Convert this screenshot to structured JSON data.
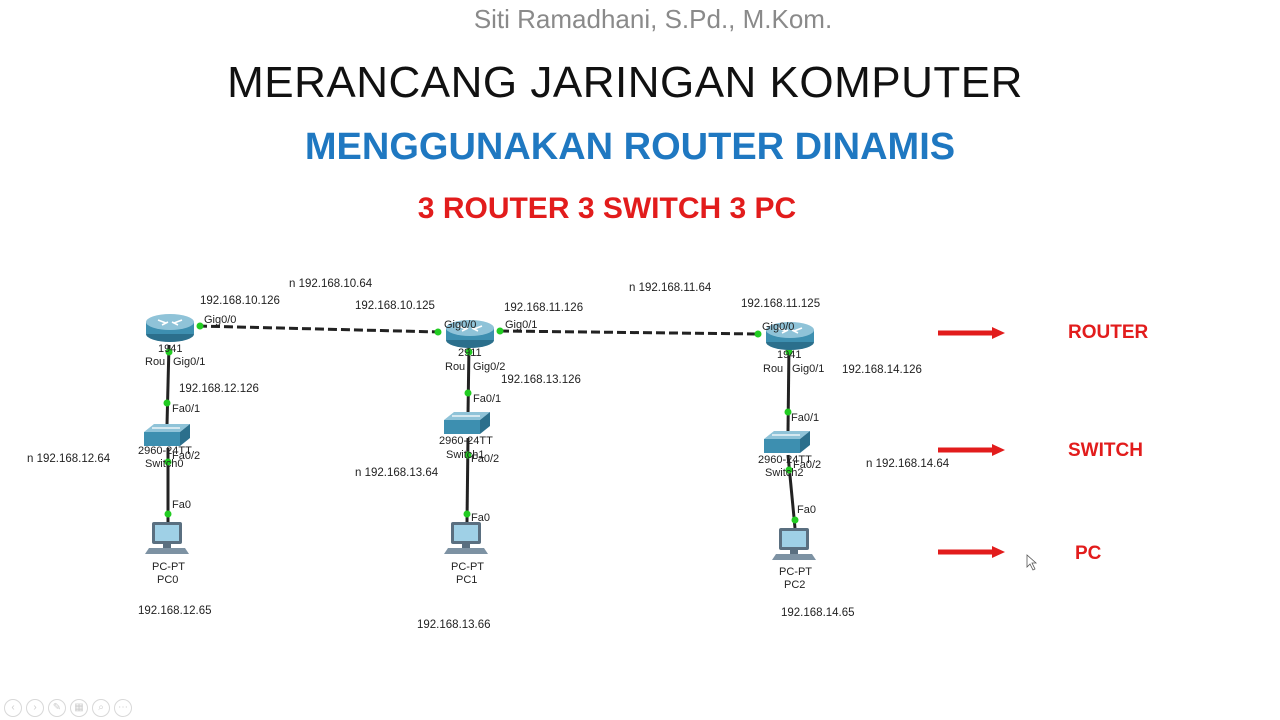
{
  "header": {
    "author": "Siti Ramadhani, S.Pd., M.Kom.",
    "title": "MERANCANG JARINGAN KOMPUTER",
    "subtitle": "MENGGUNAKAN ROUTER DINAMIS",
    "subtitle2": "3 ROUTER 3 SWITCH 3 PC"
  },
  "diagram": {
    "routers": [
      {
        "model": "1941",
        "name": "Rou",
        "ports": [
          "Gig0/0",
          "Gig0/1"
        ]
      },
      {
        "model": "2911",
        "name": "Rou",
        "ports": [
          "Gig0/0",
          "Gig0/1",
          "Gig0/2"
        ]
      },
      {
        "model": "1941",
        "name": "Rou",
        "ports": [
          "Gig0/0",
          "Gig0/1"
        ]
      }
    ],
    "switches": [
      {
        "model": "2960-24TT",
        "name": "Switch0",
        "ports": [
          "Fa0/1",
          "Fa0/2"
        ]
      },
      {
        "model": "2960-24TT",
        "name": "Switch1",
        "ports": [
          "Fa0/1",
          "Fa0/2"
        ]
      },
      {
        "model": "2960-24TT",
        "name": "Switch2",
        "ports": [
          "Fa0/1",
          "Fa0/2"
        ]
      }
    ],
    "pcs": [
      {
        "model": "PC-PT",
        "name": "PC0",
        "port": "Fa0",
        "ip": "192.168.12.65"
      },
      {
        "model": "PC-PT",
        "name": "PC1",
        "port": "Fa0",
        "ip": "192.168.13.66"
      },
      {
        "model": "PC-PT",
        "name": "PC2",
        "port": "Fa0",
        "ip": "192.168.14.65"
      }
    ],
    "ip_labels": {
      "net_10": "n 192.168.10.64",
      "net_11": "n 192.168.11.64",
      "net_12": "n 192.168.12.64",
      "net_13": "n 192.168.13.64",
      "net_14": "n 192.168.14.64",
      "r0_g00": "192.168.10.126",
      "r1_g00": "192.168.10.125",
      "r1_g01": "192.168.11.126",
      "r2_g00": "192.168.11.125",
      "r0_g01": "192.168.12.126",
      "r1_g02": "192.168.13.126",
      "r2_g01": "192.168.14.126"
    },
    "legend": [
      "ROUTER",
      "SWITCH",
      "PC"
    ]
  },
  "colors": {
    "title_blue": "#1f78c1",
    "accent_red": "#e21c1c",
    "link_up": "#22cc22",
    "device_blue": "#3d8fb0"
  }
}
